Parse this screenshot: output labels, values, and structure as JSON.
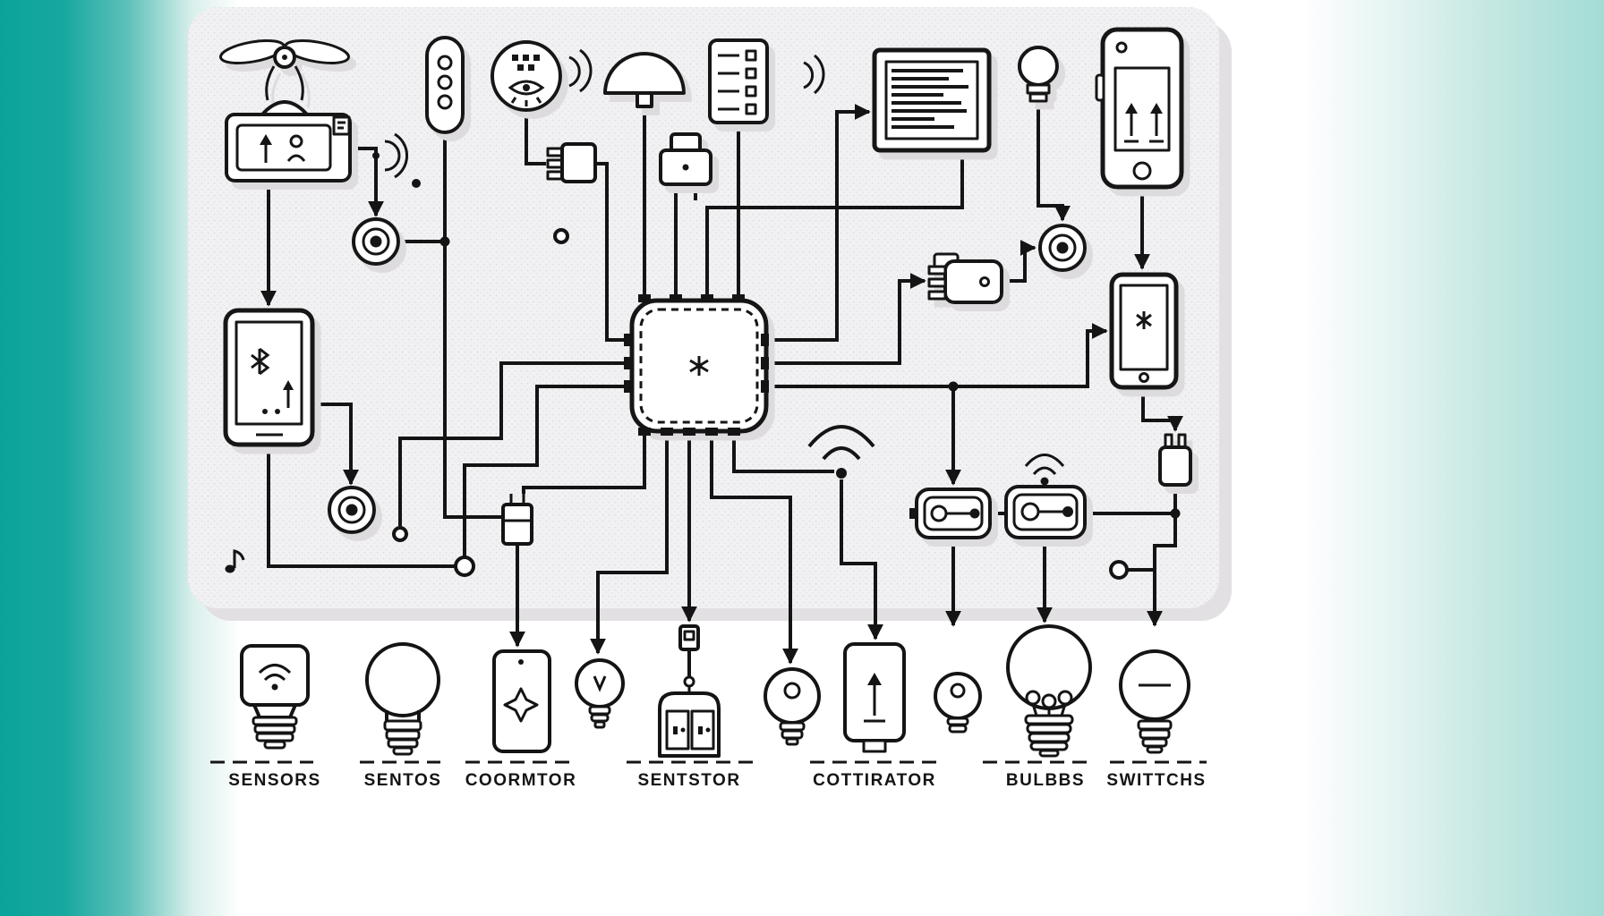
{
  "title": "smart-home-network-diagram",
  "bottom_row": [
    {
      "icon": "wifi-sensor-icon",
      "label": "SENSORS"
    },
    {
      "icon": "light-bulb-icon",
      "label": "SENTOS"
    },
    {
      "icon": "phone-star-icon",
      "label": "COORMTOR"
    },
    {
      "icon": "small-bulb-icon",
      "label": ""
    },
    {
      "icon": "double-socket-icon",
      "label": "SENTSTOR"
    },
    {
      "icon": "round-bulb-icon",
      "label": ""
    },
    {
      "icon": "phone-arrow-icon",
      "label": "COTTIRATOR"
    },
    {
      "icon": "small-round-bulb-icon",
      "label": ""
    },
    {
      "icon": "filament-bulb-icon",
      "label": "BULBBS"
    },
    {
      "icon": "line-bulb-icon",
      "label": "SWITTCHS"
    }
  ],
  "colors": {
    "teal_left": "#0ba39b",
    "teal_right": "#a3dcd5",
    "panel_background": "#f1f0f2",
    "ink": "#141414",
    "device_fill": "#ffffff"
  }
}
